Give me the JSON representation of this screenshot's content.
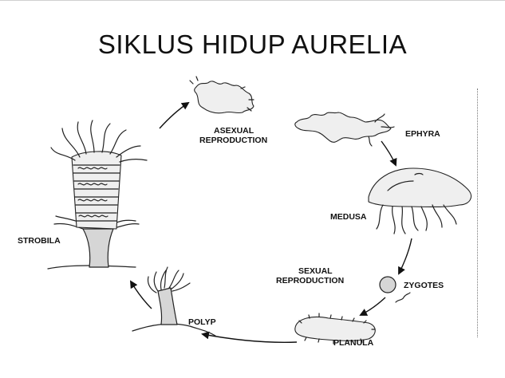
{
  "slide": {
    "title": "SIKLUS HIDUP AURELIA"
  },
  "diagram": {
    "stages": {
      "ephyra": "EPHYRA",
      "medusa": "MEDUSA",
      "zygotes": "ZYGOTES",
      "planula": "PLANULA",
      "polyp": "POLYP",
      "strobila": "STROBILA"
    },
    "phases": {
      "asexual_line1": "ASEXUAL",
      "asexual_line2": "REPRODUCTION",
      "sexual_line1": "SEXUAL",
      "sexual_line2": "REPRODUCTION"
    }
  }
}
